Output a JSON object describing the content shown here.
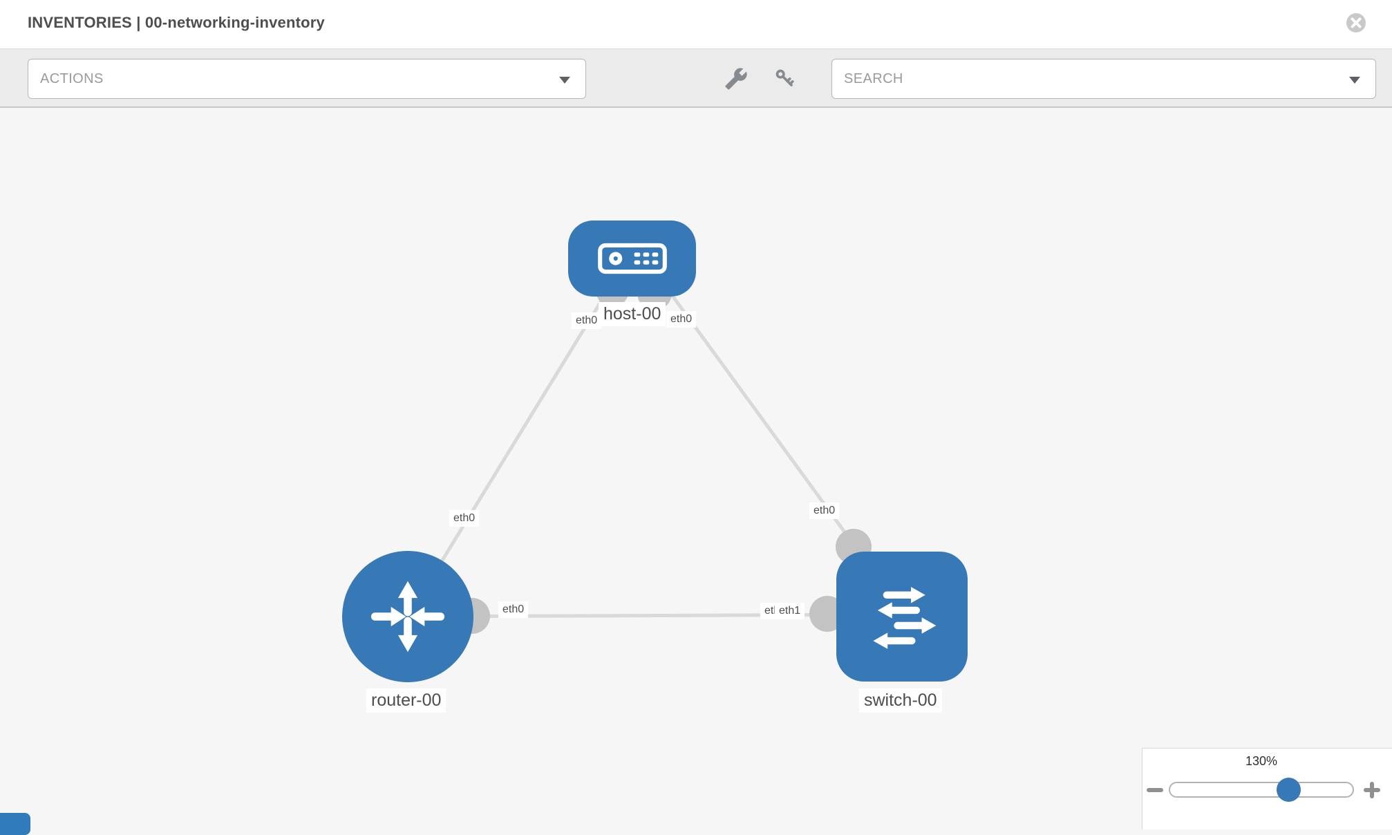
{
  "header": {
    "title": "INVENTORIES | 00-networking-inventory"
  },
  "toolbar": {
    "actions_placeholder": "ACTIONS",
    "search_placeholder": "SEARCH"
  },
  "diagram": {
    "nodes": [
      {
        "id": "host-00",
        "label": "host-00",
        "type": "host"
      },
      {
        "id": "router-00",
        "label": "router-00",
        "type": "router"
      },
      {
        "id": "switch-00",
        "label": "switch-00",
        "type": "switch"
      }
    ],
    "links": [
      {
        "from": "router-00",
        "from_interface": "eth0",
        "to": "host-00",
        "to_interface": "eth0"
      },
      {
        "from": "host-00",
        "from_interface": "eth0",
        "to": "switch-00",
        "to_interface": "eth0"
      },
      {
        "from": "router-00",
        "from_interface": "eth0",
        "to": "switch-00",
        "to_interface": "eth1"
      }
    ],
    "interface_labels": {
      "router_host_at_router": "eth0",
      "router_host_at_host": "eth0",
      "host_switch_at_host": "eth0",
      "host_switch_at_switch": "eth0",
      "router_switch_at_router": "eth0",
      "router_switch_at_switch_back": "eth0",
      "router_switch_at_switch_front": "eth1"
    }
  },
  "zoom_control": {
    "value": "130%"
  },
  "colors": {
    "node_blue": "#3779b7",
    "link_gray": "#d9d9d9",
    "connector_gray": "#c3c3c3",
    "toolbar_bg": "#ebebeb",
    "canvas_bg": "#f6f6f6",
    "chip_text": "#4d4d4d",
    "zoom_knob_blue": "#3779b7"
  }
}
